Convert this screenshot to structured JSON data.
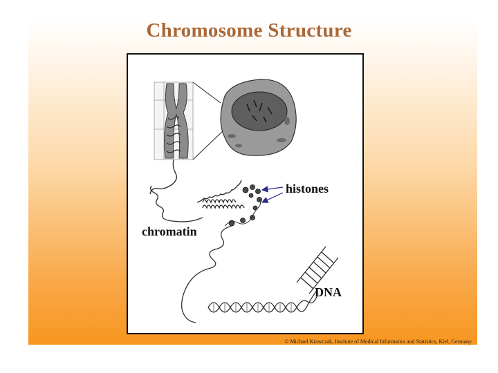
{
  "title": "Chromosome  Structure",
  "labels": {
    "histones": "histones",
    "chromatin": "chromatin",
    "dna": "DNA"
  },
  "caption": "© Michael Krawczak, Institute of Medical Informatics and Statistics, Kiel, Germany",
  "colors": {
    "title": "#a8683a",
    "background_top": "#ffffff",
    "background_bottom": "#f7961f",
    "arrow": "#2a2a8a"
  }
}
